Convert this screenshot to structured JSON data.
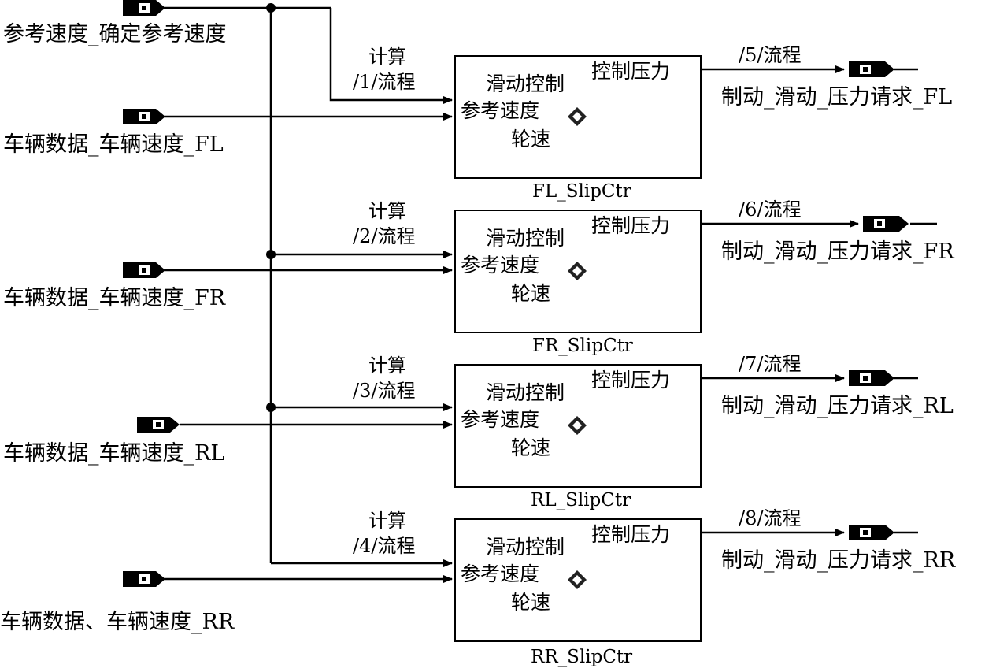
{
  "inputs": {
    "ref_speed": "参考速度_确定参考速度",
    "fl": "车辆数据_车辆速度_FL",
    "fr": "车辆数据_车辆速度_FR",
    "rl": "车辆数据_车辆速度_RL",
    "rr": "车辆数据、车辆速度_RR"
  },
  "calc_labels": [
    {
      "line1": "计算",
      "line2": "/1/流程"
    },
    {
      "line1": "计算",
      "line2": "/2/流程"
    },
    {
      "line1": "计算",
      "line2": "/3/流程"
    },
    {
      "line1": "计算",
      "line2": "/4/流程"
    }
  ],
  "blocks": [
    {
      "name": "FL_SlipCtr",
      "in1": "滑动控制",
      "in2": "参考速度",
      "in3": "轮速",
      "out": "控制压力"
    },
    {
      "name": "FR_SlipCtr",
      "in1": "滑动控制",
      "in2": "参考速度",
      "in3": "轮速",
      "out": "控制压力"
    },
    {
      "name": "RL_SlipCtr",
      "in1": "滑动控制",
      "in2": "参考速度",
      "in3": "轮速",
      "out": "控制压力"
    },
    {
      "name": "RR_SlipCtr",
      "in1": "滑动控制",
      "in2": "参考速度",
      "in3": "轮速",
      "out": "控制压力"
    }
  ],
  "output_flows": [
    "/5/流程",
    "/6/流程",
    "/7/流程",
    "/8/流程"
  ],
  "outputs": [
    "制动_滑动_压力请求_FL",
    "制动_滑动_压力请求_FR",
    "制动_滑动_压力请求_RL",
    "制动_滑动_压力请求_RR"
  ]
}
